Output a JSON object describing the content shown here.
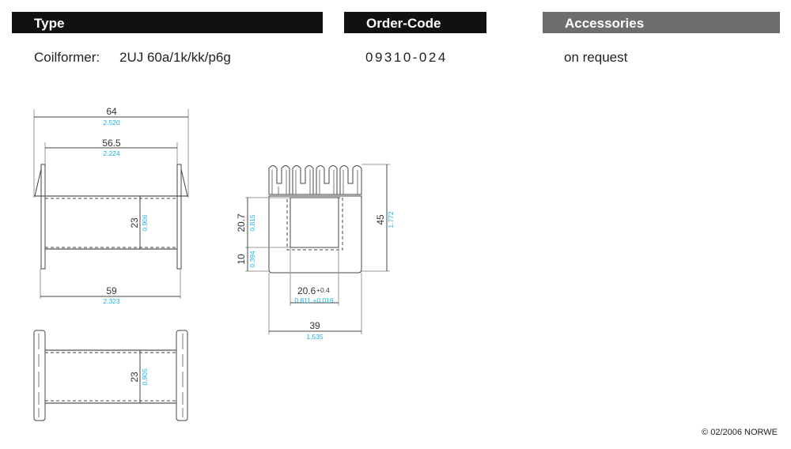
{
  "header": {
    "type_label": "Type",
    "order_code_label": "Order-Code",
    "accessories_label": "Accessories"
  },
  "values": {
    "type_prefix": "Coilformer:",
    "type_value": "2UJ 60a/1k/kk/p6g",
    "order_code": "09310-024",
    "accessories": "on request"
  },
  "colors": {
    "header_dark": "#111111",
    "header_gray": "#6e6e6e",
    "inch_text": "#1ab0e0"
  },
  "drawings": {
    "side_view": {
      "overall_mm": "64",
      "overall_in": "2.520",
      "inner_mm": "56.5",
      "inner_in": "2.224",
      "core_mm": "23",
      "core_in": "0.906",
      "bottom_mm": "59",
      "bottom_in": "2.323"
    },
    "front_view": {
      "window_h_mm": "20.7",
      "window_h_in": "0.815",
      "base_mm": "10",
      "base_in": "0.394",
      "height_mm": "45",
      "height_in": "1.772",
      "window_w_mm": "20.6",
      "window_w_tol_mm": "+0.4",
      "window_w_in": "0.811 +0.016",
      "width_mm": "39",
      "width_in": "1.535"
    },
    "top_view": {
      "core_mm": "23",
      "core_in": "0.905"
    }
  },
  "footer": "© 02/2006 NORWE"
}
